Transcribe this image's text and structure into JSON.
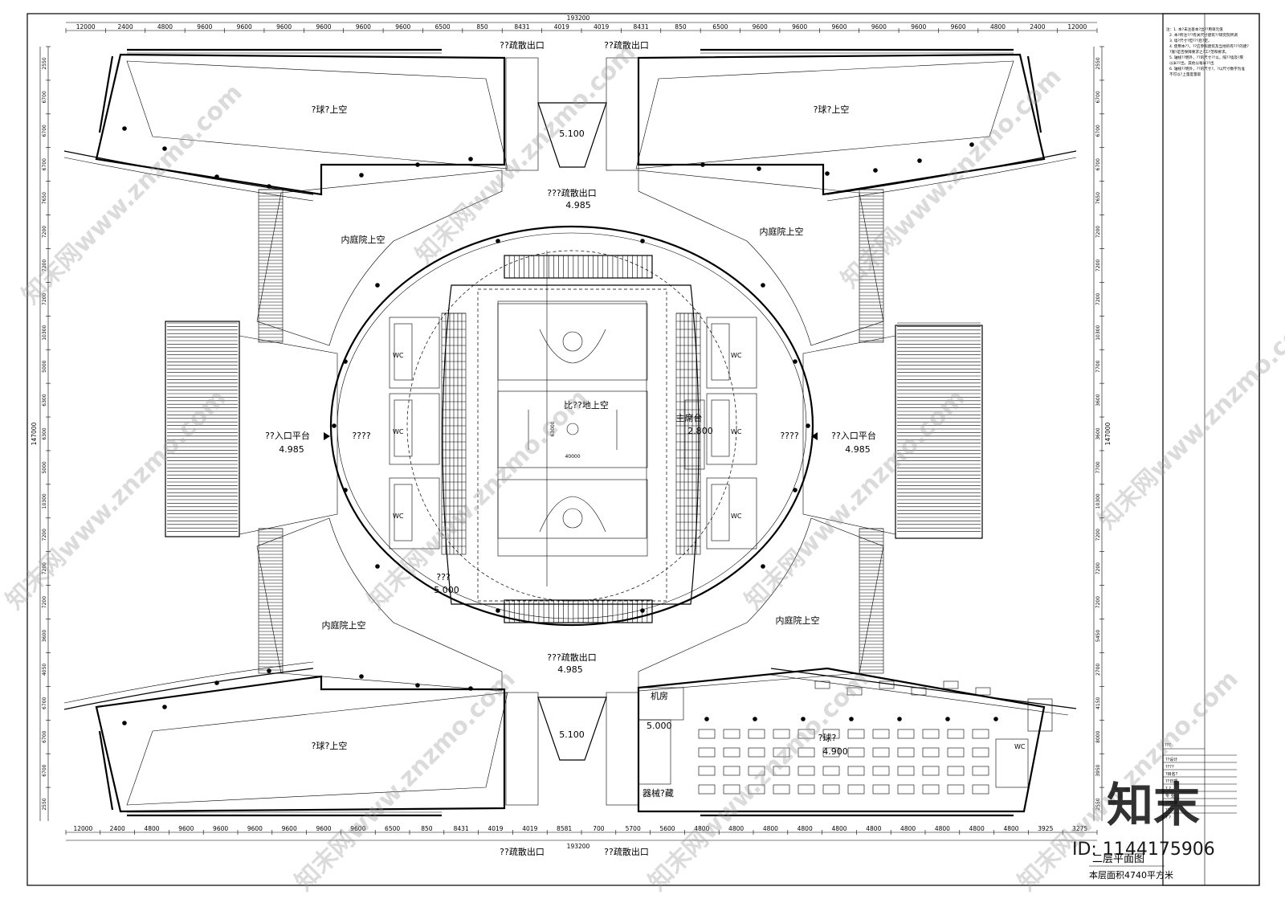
{
  "drawing": {
    "title_block_notes": [
      "注：1. 本?未注基本?出??用单元值",
      "2. 本?所注???有关尺寸建筑??研究院所调",
      "3. 墙?尺寸?但???后?定。",
      "4. 使用本??，??应参照建筑及当地的有???的建?",
      "?施?是否保障要求之?工?范和要求。",
      "5. 轴线??明外，??的尺寸??以，隔??墙及?厚",
      "以米??出，其他以毫米??出",
      "6. 轴线??明外，??的尺寸?，?以尺寸数字为准",
      "不可以?上量度量取"
    ],
    "labels": {
      "ball_void": "?球?上空",
      "courtyard_void": "内庭院上空",
      "evac_exit_top_left": "??疏散出口",
      "evac_exit_top_right": "??疏散出口",
      "evac_exit_upper": "???疏散出口",
      "evac_exit_lower": "???疏散出口",
      "evac_exit_bottom_left": "??疏散出口",
      "evac_exit_bottom_right": "??疏散出口",
      "arena_void": "比??地上空",
      "entry_platform": "??入口平台",
      "concourse": "????",
      "chairman_stage": "主席台",
      "wc": "WC",
      "machine_room": "机房",
      "equipment_store": "器械?藏",
      "ball_hall": "?球?",
      "seat_label": "???",
      "court_width": "40000",
      "court_length": "63000",
      "plan_title": "二层平面图",
      "plan_area": "本层面积4740平方米",
      "title_small": "???"
    },
    "elevations": {
      "top_stair": "5.100",
      "bottom_stair": "5.100",
      "upper_exit": "4.985",
      "lower_exit": "4.985",
      "left_entry": "4.985",
      "right_entry": "4.985",
      "chairman": "2.800",
      "seat": "5.000",
      "machine": "5.000",
      "ball_hall": "4.900"
    },
    "dimensions": {
      "overall_width": "193200",
      "overall_height": "147000",
      "top_row": [
        "12000",
        "2400",
        "4800",
        "9600",
        "9600",
        "9600",
        "9600",
        "9600",
        "9600",
        "6500",
        "850",
        "8431",
        "4019",
        "4019",
        "8431",
        "850",
        "6500",
        "9600",
        "9600",
        "9600",
        "9600",
        "9600",
        "9600",
        "4800",
        "2400",
        "12000"
      ],
      "bottom_row": [
        "12000",
        "2400",
        "4800",
        "9600",
        "9600",
        "9600",
        "9600",
        "9600",
        "9600",
        "6500",
        "850",
        "8431",
        "4019",
        "4019",
        "8581",
        "700",
        "5700",
        "5600",
        "4800",
        "4800",
        "4800",
        "4800",
        "4800",
        "4800",
        "4800",
        "4800",
        "4800",
        "4800",
        "3925",
        "3275"
      ],
      "left_col": [
        "2550",
        "6700",
        "6700",
        "6700",
        "7650",
        "7200",
        "7200",
        "7200",
        "10300",
        "5000",
        "6300",
        "6300",
        "5000",
        "10300",
        "7200",
        "7200",
        "7200",
        "3600",
        "4050",
        "6700",
        "6700",
        "6700",
        "2550"
      ],
      "right_col": [
        "2550",
        "6700",
        "6700",
        "6700",
        "7650",
        "7200",
        "7200",
        "7200",
        "10300",
        "7700",
        "3600",
        "3600",
        "7700",
        "10300",
        "7200",
        "7200",
        "7200",
        "5450",
        "2700",
        "4150",
        "8000",
        "3950",
        "2550"
      ]
    },
    "title_block_fields": [
      "??设计",
      "????",
      "?目名?",
      "??日期",
      "?  ?",
      "专  业",
      "??日期",
      "????",
      "?  ?"
    ],
    "watermark": {
      "text": "知末网www.znzmo.com",
      "id_text": "ID: 1144175906",
      "logo": "知末"
    }
  }
}
